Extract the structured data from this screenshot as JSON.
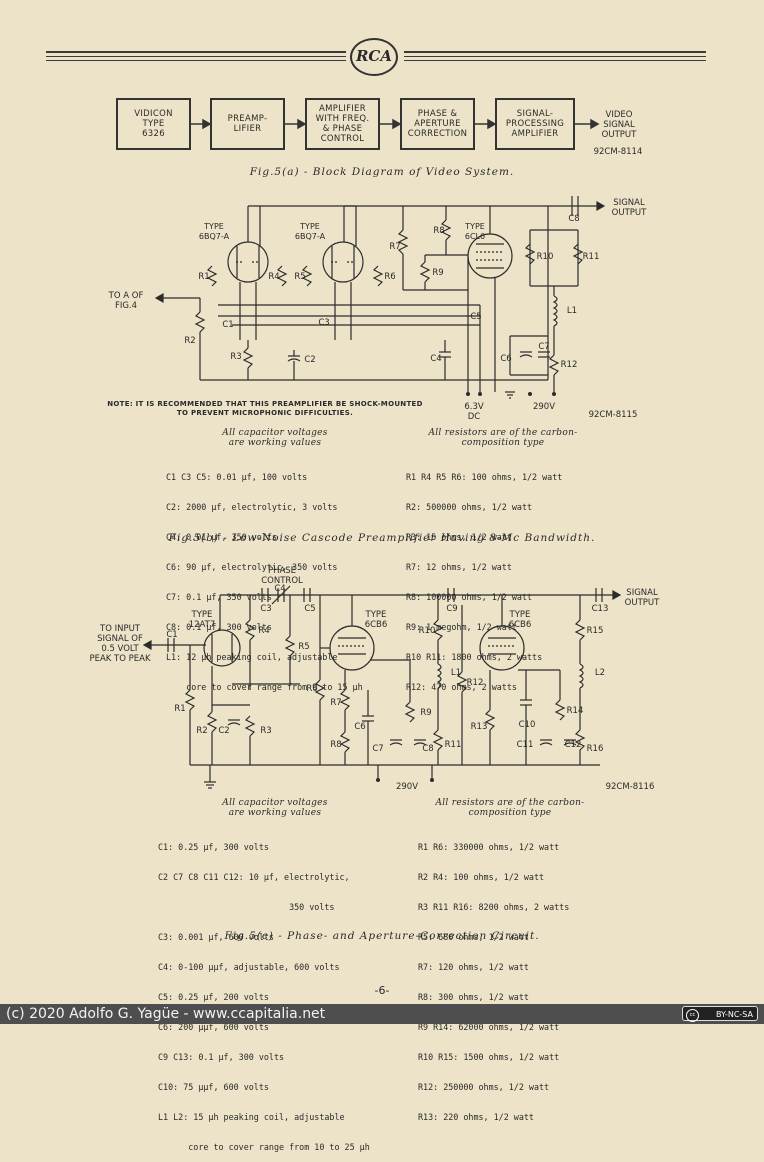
{
  "header": {
    "logo_text": "RCA"
  },
  "fig_a": {
    "blocks": [
      "VIDICON\nTYPE\n6326",
      "PREAMP-\nLIFIER",
      "AMPLIFIER\nWITH FREQ.\n& PHASE\nCONTROL",
      "PHASE &\nAPERTURE\nCORRECTION",
      "SIGNAL-\nPROCESSING\nAMPLIFIER"
    ],
    "output": "VIDEO\nSIGNAL\nOUTPUT",
    "code": "92CM-8114",
    "caption": "Fig.5(a) - Block Diagram of Video System."
  },
  "fig_b": {
    "labels": {
      "tube1": "TYPE\n6BQ7-A",
      "tube2": "TYPE\n6BQ7-A",
      "tube3": "TYPE\n6CL6",
      "signal_output": "SIGNAL\nOUTPUT",
      "to_a_of": "TO A OF\nFIG.4",
      "v63": "6.3V\nDC",
      "v290": "290V",
      "c8": "C8",
      "r8": "R8",
      "r7": "R7",
      "r9": "R9",
      "r10": "R10",
      "r11": "R11",
      "r1": "R1",
      "r4": "R4",
      "r5": "R5",
      "r6": "R6",
      "r2": "R2",
      "r3": "R3",
      "r12": "R12",
      "c1": "C1",
      "c3": "C3",
      "c5": "C5",
      "c2": "C2",
      "c4": "C4",
      "c6": "C6",
      "c7": "C7",
      "l1": "L1"
    },
    "note": "NOTE: IT IS RECOMMENDED THAT THIS PREAMPLIFIER BE SHOCK-MOUNTED\nTO PREVENT MICROPHONIC DIFFICULTIES.",
    "code": "92CM-8115",
    "cap_heading": "All capacitor voltages\nare working values",
    "res_heading": "All resistors are of the carbon-\ncomposition type",
    "cap_lines": [
      "C1 C3 C5: 0.01 µf, 100 volts",
      "C2: 2000 µf, electrolytic, 3 volts",
      "C4: 0.01 µf, 350 volts",
      "C6: 90 µf, electrolytic, 350 volts",
      "C7: 0.1 µf, 350 volts",
      "C8: 0.1 µf, 300 volts",
      "L1: 12 µh peaking coil, adjustable",
      "    core to cover range from 9 to 15 µh"
    ],
    "res_lines": [
      "R1 R4 R5 R6: 100 ohms, 1/2 watt",
      "R2: 500000 ohms, 1/2 watt",
      "R3: 15 ohms, 1/2 watt",
      "R7: 12 ohms, 1/2 watt",
      "R8: 100000 ohms, 1/2 watt",
      "R9: 1 megohm, 1/2 watt",
      "R10 R11: 1800 ohms, 2 watts",
      "R12: 470 ohms, 2 watts"
    ],
    "caption": "Fig.5(b) - Low-Noise Cascode Preamplifier Having 8-Mc Bandwidth."
  },
  "fig_c": {
    "labels": {
      "phase_control": "PHASE\nCONTROL",
      "c4": "C4",
      "c3": "C3",
      "c5": "C5",
      "c9": "C9",
      "c13": "C13",
      "c1": "C1",
      "tube1": "TYPE\n12AT7",
      "tube2": "TYPE\n6CB6",
      "tube3": "TYPE\n6CB6",
      "signal_output": "SIGNAL\nOUTPUT",
      "input": "TO INPUT\nSIGNAL OF\n0.5 VOLT\nPEAK TO PEAK",
      "r4": "R4",
      "r5": "R5",
      "r10": "R10",
      "r12": "R12",
      "r15": "R15",
      "l1": "L1",
      "l2": "L2",
      "r1": "R1",
      "r2": "R2",
      "c2": "C2",
      "r3": "R3",
      "r6": "R6",
      "r7": "R7",
      "c6": "C6",
      "r8": "R8",
      "r9": "R9",
      "c7": "C7",
      "c8": "C8",
      "r11": "R11",
      "r13": "R13",
      "c10": "C10",
      "c11": "C11",
      "r14": "R14",
      "c12": "C12",
      "r16": "R16",
      "v290": "290V"
    },
    "code": "92CM-8116",
    "cap_heading": "All capacitor voltages\nare working values",
    "res_heading": "All resistors are of the carbon-\ncomposition type",
    "cap_lines": [
      "C1: 0.25 µf, 300 volts",
      "C2 C7 C8 C11 C12: 10 µf, electrolytic,",
      "                          350 volts",
      "C3: 0.001 µf, 600 volts",
      "C4: 0-100 µµf, adjustable, 600 volts",
      "C5: 0.25 µf, 200 volts",
      "C6: 200 µµf, 600 volts",
      "C9 C13: 0.1 µf, 300 volts",
      "C10: 75 µµf, 600 volts",
      "L1 L2: 15 µh peaking coil, adjustable",
      "      core to cover range from 10 to 25 µh"
    ],
    "res_lines": [
      "R1 R6: 330000 ohms, 1/2 watt",
      "R2 R4: 100 ohms, 1/2 watt",
      "R3 R11 R16: 8200 ohms, 2 watts",
      "R5: 680 ohms, 1/2 watt",
      "R7: 120 ohms, 1/2 watt",
      "R8: 300 ohms, 1/2 watt",
      "R9 R14: 62000 ohms, 1/2 watt",
      "R10 R15: 1500 ohms, 1/2 watt",
      "R12: 250000 ohms, 1/2 watt",
      "R13: 220 ohms, 1/2 watt"
    ],
    "caption": "Fig.5(c) - Phase- and Aperture-Correction Circuit."
  },
  "page_number": "-6-",
  "footer": {
    "copyright": "(c) 2020 Adolfo G. Yagüe - www.ccapitalia.net",
    "license": "BY-NC-SA",
    "cc_logo": "cc"
  }
}
